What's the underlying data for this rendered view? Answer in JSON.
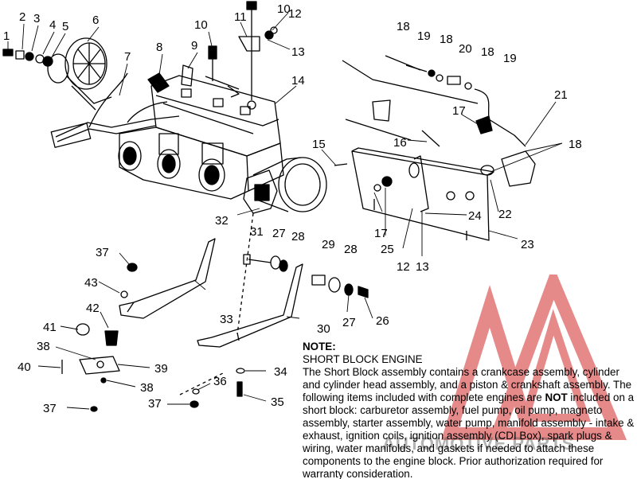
{
  "part_labels": [
    "1",
    "2",
    "3",
    "4",
    "5",
    "6",
    "7",
    "8",
    "9",
    "10",
    "10",
    "11",
    "12",
    "13",
    "14",
    "15",
    "16",
    "17",
    "17",
    "18",
    "18",
    "18",
    "18",
    "19",
    "19",
    "20",
    "21",
    "22",
    "23",
    "24",
    "25",
    "12",
    "13",
    "32",
    "31",
    "27",
    "28",
    "29",
    "28",
    "37",
    "43",
    "33",
    "30",
    "27",
    "26",
    "42",
    "41",
    "38",
    "39",
    "40",
    "38",
    "34",
    "36",
    "37",
    "35",
    "37"
  ],
  "note": {
    "heading": "NOTE:",
    "subheading": "SHORT BLOCK ENGINE",
    "body_1": "The Short Block assembly contains a crankcase assembly, cylinder and cylinder head assembly, and a piston & crankshaft assembly.  The following items included with complete engines are ",
    "not_word": "NOT",
    "body_2": " included on a short block:  carburetor assembly, fuel pump, oil pump, magneto assembly, starter assembly, water pump, manifold assembly - intake & exhaust, ignition coils, ignition assembly (CDI Box), spark plugs & wiring, water manifolds, and gaskets if needed to attach these components to the engine block.  Prior authorization required for warranty consideration."
  },
  "watermark": {
    "text": "AUTOMOTIVE PARTS",
    "color": "#d22a2a"
  }
}
